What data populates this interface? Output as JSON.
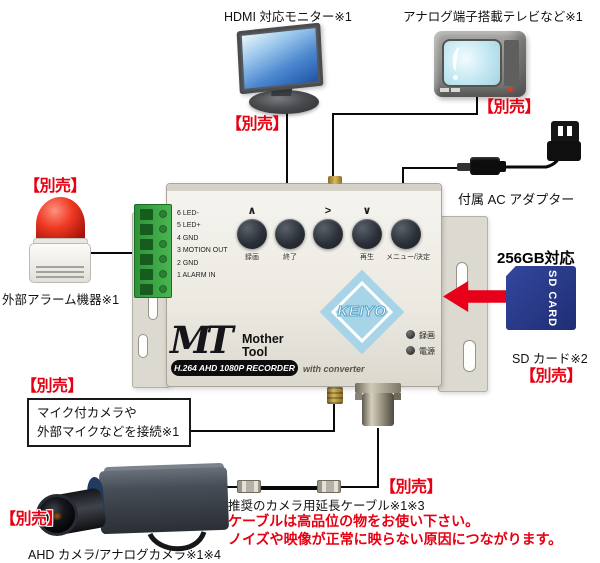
{
  "tag": {
    "sold_separately": "【別売】"
  },
  "top": {
    "monitor": {
      "label": "HDMI 対応モニター※1"
    },
    "tv": {
      "label": "アナログ端子搭載テレビなど※1"
    }
  },
  "right": {
    "ac_adapter": {
      "label": "付属 AC アダプター"
    },
    "sd_card": {
      "capacity": "256GB対応",
      "card_text": "SD CARD",
      "label": "SD カード※2"
    }
  },
  "left": {
    "alarm": {
      "label": "外部アラーム機器※1"
    },
    "mic_box": {
      "line1": "マイク付カメラや",
      "line2": "外部マイクなどを接続※1"
    }
  },
  "bottom": {
    "camera": {
      "label": "AHD カメラ/アナログカメラ※1※4"
    },
    "cable": {
      "label": "推奨のカメラ用延長ケーブル※1※3",
      "warning1": "ケーブルは高品位の物をお使い下さい。",
      "warning2": "ノイズや映像が正常に映らない原因につながります。"
    }
  },
  "device": {
    "terminal_pins": [
      "6 LED-",
      "5 LED+",
      "4 GND",
      "3 MOTION OUT",
      "2 GND",
      "1 ALARM IN"
    ],
    "buttons": [
      {
        "arrow": "∧",
        "label": "録画"
      },
      {
        "arrow": "",
        "label": "終了"
      },
      {
        "arrow": ">",
        "label": ""
      },
      {
        "arrow": "∨",
        "label": "再生"
      },
      {
        "arrow": "",
        "label": "メニュー/決定"
      }
    ],
    "leds": [
      {
        "label": "録画"
      },
      {
        "label": "電源"
      }
    ],
    "brand": {
      "mt": "MT",
      "mother": "Mother",
      "tool": "Tool"
    },
    "model": {
      "badge": "H.264 AHD 1080P RECORDER",
      "suffix": "with converter"
    },
    "logo": {
      "keiyo": "KEIYO"
    }
  },
  "colors": {
    "accent_red": "#e60012",
    "keiyo_blue": "#a7d5e7",
    "sd_blue": "#273a8c"
  }
}
